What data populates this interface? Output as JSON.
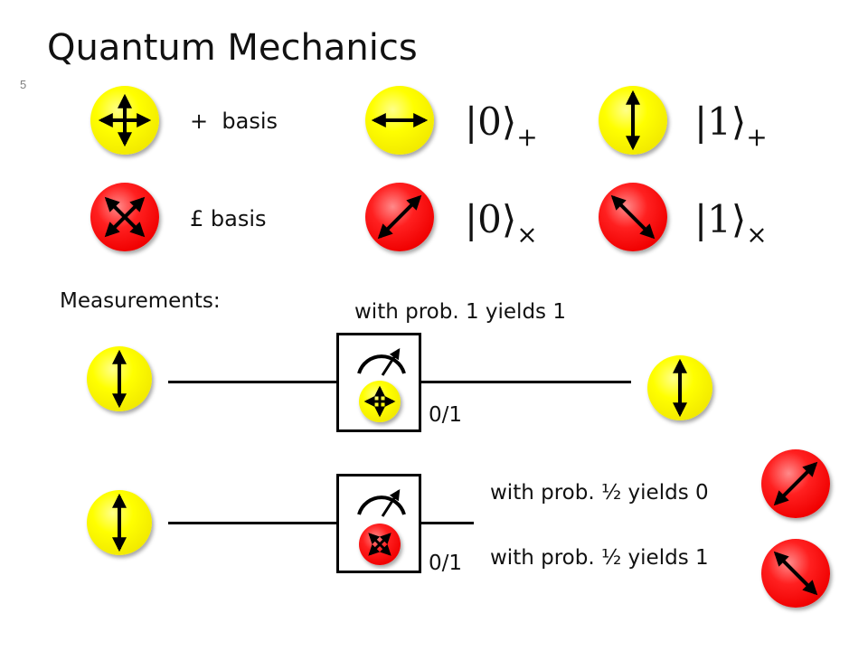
{
  "slide": {
    "title": "Quantum Mechanics",
    "number": "5"
  },
  "bases": {
    "plus_label_symbol": "+",
    "plus_label_text": "basis",
    "times_label_symbol": "£",
    "times_label_text": "basis"
  },
  "kets": {
    "zero_plus": {
      "ket": "|0⟩",
      "sub": "+"
    },
    "one_plus": {
      "ket": "|1⟩",
      "sub": "+"
    },
    "zero_times": {
      "ket": "|0⟩",
      "sub": "×"
    },
    "one_times": {
      "ket": "|1⟩",
      "sub": "×"
    }
  },
  "measurements": {
    "heading": "Measurements:",
    "top": {
      "result_text": "with prob. 1 yields 1",
      "outcome_label": "0/1"
    },
    "bottom": {
      "outcome_label": "0/1",
      "result_0_text": "with prob. ½ yields 0",
      "result_1_text": "with prob. ½ yields 1"
    }
  },
  "colors": {
    "yellow_ball": "#ffff00",
    "red_ball": "#ff0000",
    "ink": "#000000"
  },
  "icons": {
    "plus_basis": "four-way-arrow-icon",
    "times_basis": "diagonal-cross-arrow-icon",
    "horizontal": "horizontal-double-arrow-icon",
    "vertical": "vertical-double-arrow-icon",
    "diag_up": "diagonal-up-double-arrow-icon",
    "diag_down": "diagonal-down-double-arrow-icon",
    "meter": "measurement-meter-icon"
  }
}
